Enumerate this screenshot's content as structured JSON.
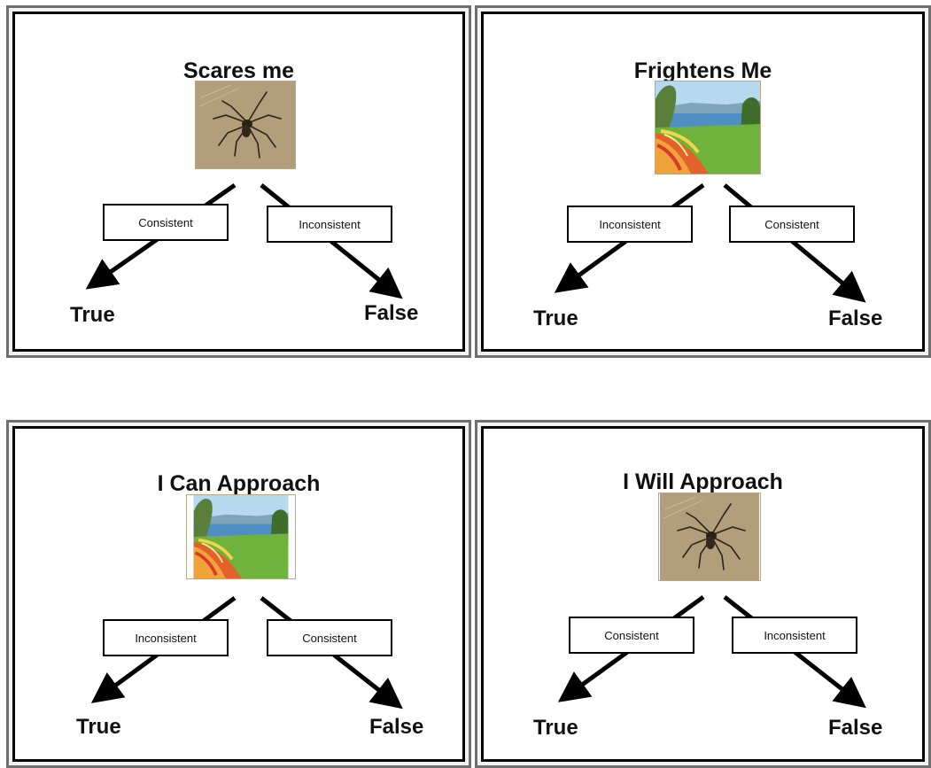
{
  "panels": [
    {
      "title": "Scares me",
      "image": "spider",
      "left_label": "Consistent",
      "right_label": "Inconsistent",
      "true_label": "True",
      "false_label": "False"
    },
    {
      "title": "Frightens Me",
      "image": "landscape",
      "left_label": "Inconsistent",
      "right_label": "Consistent",
      "true_label": "True",
      "false_label": "False"
    },
    {
      "title": "I Can Approach",
      "image": "landscape",
      "left_label": "Inconsistent",
      "right_label": "Consistent",
      "true_label": "True",
      "false_label": "False"
    },
    {
      "title": "I Will Approach",
      "image": "spider",
      "left_label": "Consistent",
      "right_label": "Inconsistent",
      "true_label": "True",
      "false_label": "False"
    }
  ]
}
